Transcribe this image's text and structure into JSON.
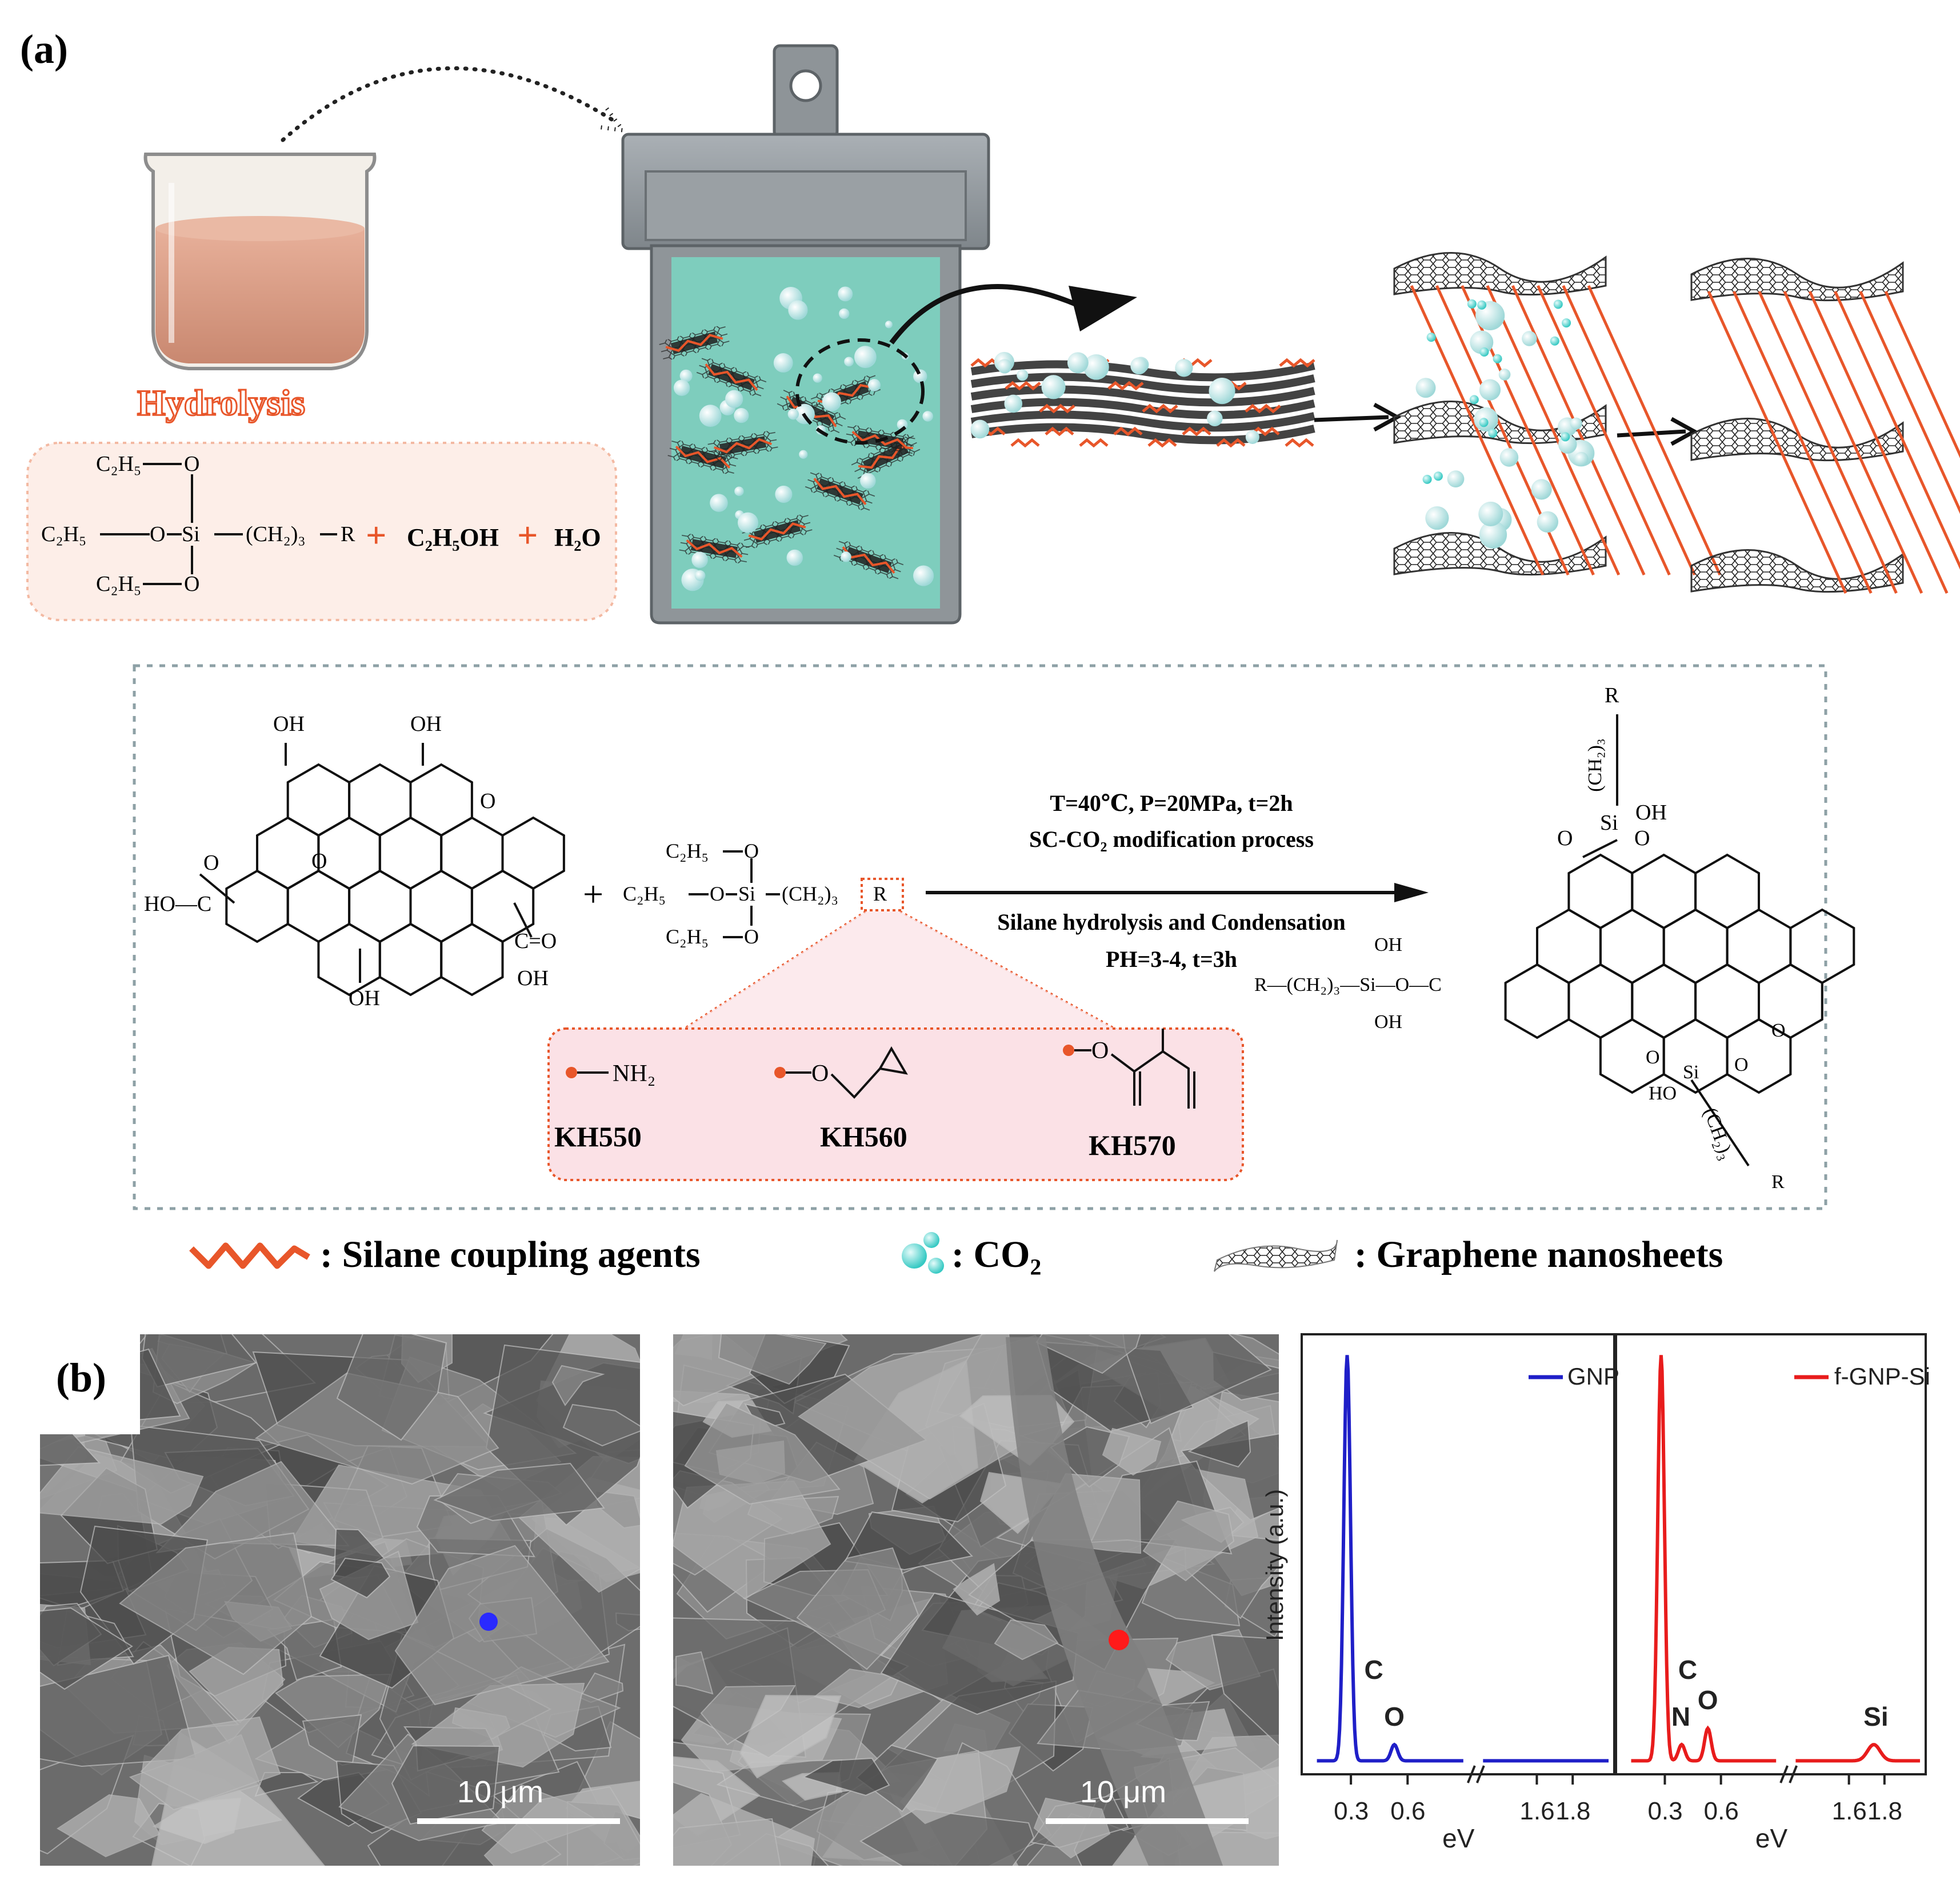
{
  "panels": {
    "a_label": "(a)",
    "b_label": "(b)"
  },
  "hydrolysis": {
    "title": "Hydrolysis",
    "plus1": "+",
    "ethanol": "C₂H₅OH",
    "plus2": "+",
    "water": "H₂O"
  },
  "silane_formula": {
    "c2h5": "C₂H₅",
    "o": "O",
    "si": "Si",
    "chain": "(CH₂)₃",
    "r": "R"
  },
  "reaction": {
    "condition1": "T=40℃, P=20MPa, t=2h",
    "condition2": "SC-CO₂ modification process",
    "condition3": "Silane hydrolysis and Condensation",
    "condition4": "PH=3-4, t=3h",
    "plus": "+"
  },
  "go_labels": {
    "oh": "OH",
    "ho_c": "HO—C",
    "c_o": "C=O",
    "o": "O"
  },
  "agents": [
    {
      "group": "NH₂",
      "name": "KH550"
    },
    {
      "group": "O",
      "name": "KH560"
    },
    {
      "group": "O",
      "name": "KH570"
    }
  ],
  "product_labels": {
    "r": "R",
    "ch23": "(CH₂)₃",
    "si": "Si",
    "oh": "OH",
    "ho": "HO",
    "o": "O",
    "left_chain": "R—(CH₂)₃—Si—O—C"
  },
  "legend": [
    {
      "icon": "silane-icon",
      "label": ": Silane coupling agents"
    },
    {
      "icon": "co2-icon",
      "label": ": CO₂"
    },
    {
      "icon": "graphene-icon",
      "label": ": Graphene nanosheets"
    }
  ],
  "sem": [
    {
      "scale": "10 μm"
    },
    {
      "scale": "10 μm"
    }
  ],
  "colors": {
    "orange": "#e8562a",
    "co2": "#5fd3cf",
    "reactor_fill": "#7fcfc0",
    "blue": "#1f1fc8",
    "red": "#e81c1c",
    "pink_box": "#fbe1e6"
  },
  "chart_data": [
    {
      "type": "line",
      "title": "",
      "xlabel": "eV",
      "ylabel": "Intensity (a.u.)",
      "x_ticks": [
        "0.3",
        "0.6",
        "1.6",
        "1.8"
      ],
      "axis_break": true,
      "series": [
        {
          "name": "GNP",
          "color": "#1f1fc8",
          "peaks": [
            {
              "label": "C",
              "x": 0.28,
              "rel": 1.0
            },
            {
              "label": "O",
              "x": 0.53,
              "rel": 0.04
            }
          ]
        }
      ]
    },
    {
      "type": "line",
      "title": "",
      "xlabel": "eV",
      "ylabel": "",
      "x_ticks": [
        "0.3",
        "0.6",
        "1.6",
        "1.8"
      ],
      "axis_break": true,
      "series": [
        {
          "name": "f-GNP-Si",
          "color": "#e81c1c",
          "peaks": [
            {
              "label": "C",
              "x": 0.28,
              "rel": 1.0
            },
            {
              "label": "N",
              "x": 0.39,
              "rel": 0.04
            },
            {
              "label": "O",
              "x": 0.53,
              "rel": 0.08
            },
            {
              "label": "Si",
              "x": 1.74,
              "rel": 0.04
            }
          ]
        }
      ]
    }
  ]
}
